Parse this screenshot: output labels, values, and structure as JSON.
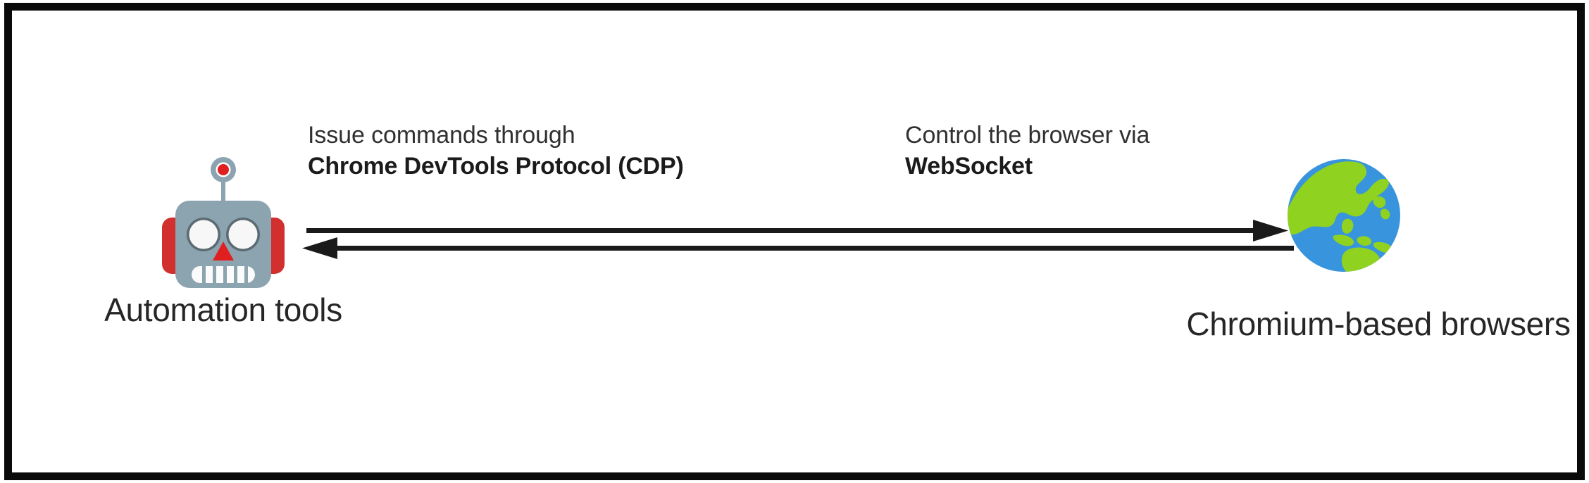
{
  "figure": {
    "border_color": "#0a0a0a",
    "background_color": "#ffffff",
    "text_color": "#2b2b2b"
  },
  "annotations": [
    {
      "id": "cdp",
      "line1": "Issue commands through",
      "line2": "Chrome DevTools Protocol (CDP)"
    },
    {
      "id": "websocket",
      "line1": "Control the browser via",
      "line2": "WebSocket"
    }
  ],
  "nodes": {
    "left": {
      "icon": "robot-icon",
      "caption_line1": "Automation",
      "caption_line2": "tools",
      "colors": {
        "head": "#8CA3B0",
        "ear": "#D22F2F",
        "antenna_dot": "#E02020",
        "eye": "#F5F5F5",
        "eye_rim": "#5C6B73",
        "nose": "#E02020",
        "teeth": "#FFFFFF"
      }
    },
    "right": {
      "icon": "globe-earth-asia-icon",
      "caption_line1": "Chromium-based",
      "caption_line2": "browsers",
      "colors": {
        "ocean": "#3894DC",
        "land": "#8FD220",
        "outline": "#2E7BC4"
      }
    }
  },
  "connectors": [
    {
      "id": "outbound",
      "direction": "left-to-right",
      "label_ref": "cdp",
      "color": "#1a1a1a"
    },
    {
      "id": "inbound",
      "direction": "right-to-left",
      "label_ref": "websocket",
      "color": "#1a1a1a"
    }
  ]
}
